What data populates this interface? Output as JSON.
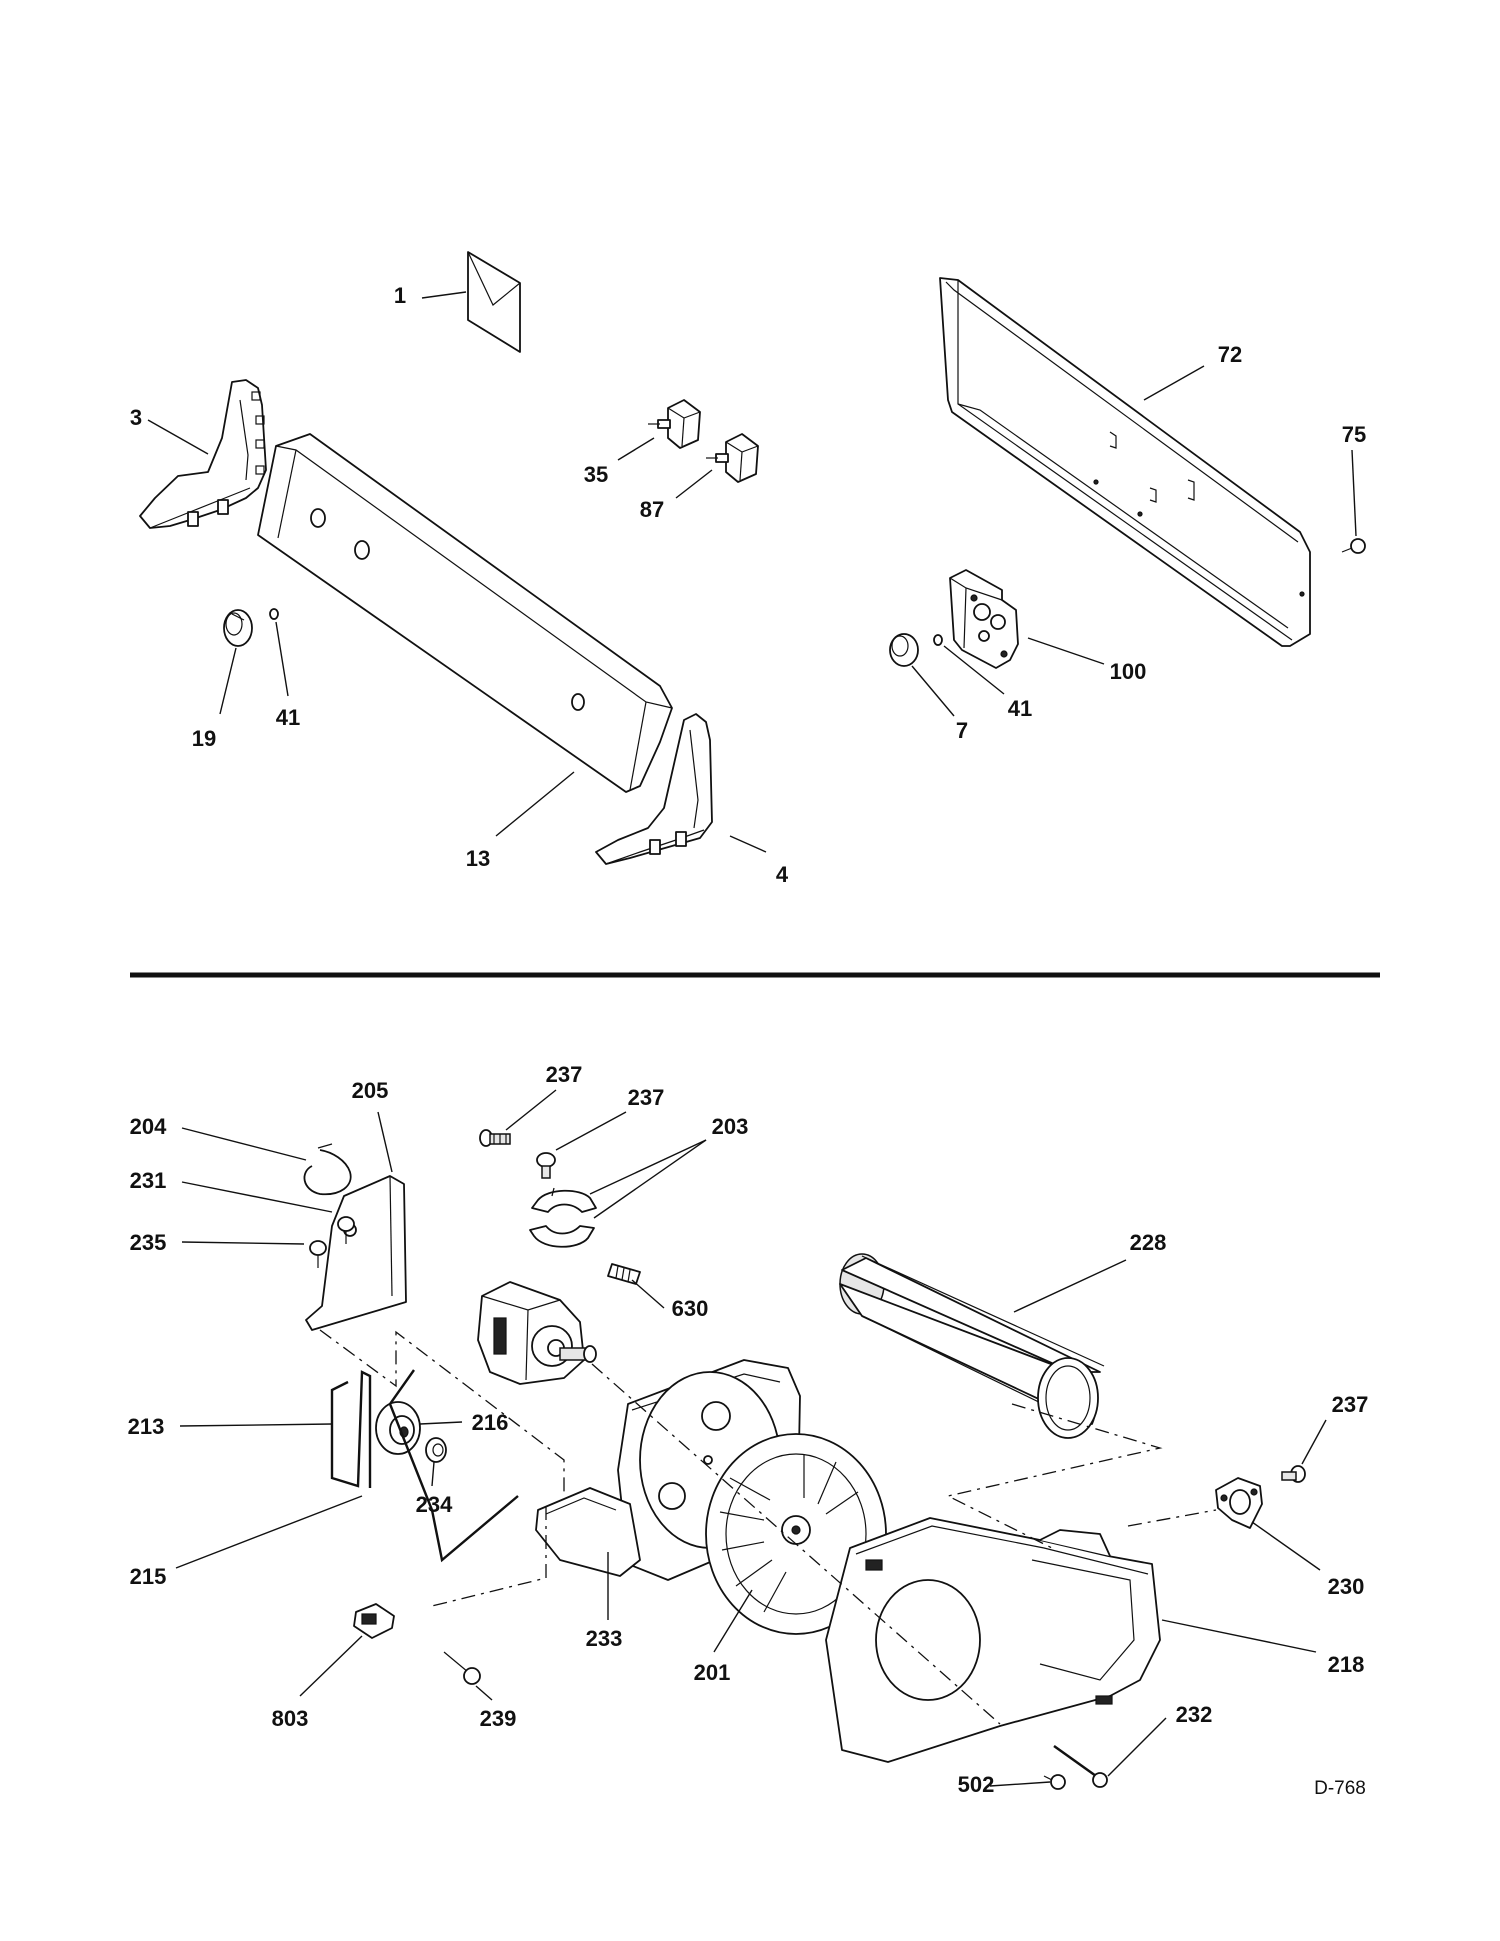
{
  "document_id": "D-768",
  "callouts": {
    "c1": "1",
    "c3": "3",
    "c35": "35",
    "c87": "87",
    "c72": "72",
    "c75": "75",
    "c19": "19",
    "c41a": "41",
    "c13": "13",
    "c4": "4",
    "c100": "100",
    "c41b": "41",
    "c7": "7",
    "c237a": "237",
    "c237b": "237",
    "c203": "203",
    "c205": "205",
    "c204": "204",
    "c231": "231",
    "c235": "235",
    "c228": "228",
    "c630": "630",
    "c216": "216",
    "c213": "213",
    "c234": "234",
    "c215": "215",
    "c237c": "237",
    "c230": "230",
    "c218": "218",
    "c233": "233",
    "c201": "201",
    "c232": "232",
    "c502": "502",
    "c803": "803",
    "c239": "239"
  }
}
